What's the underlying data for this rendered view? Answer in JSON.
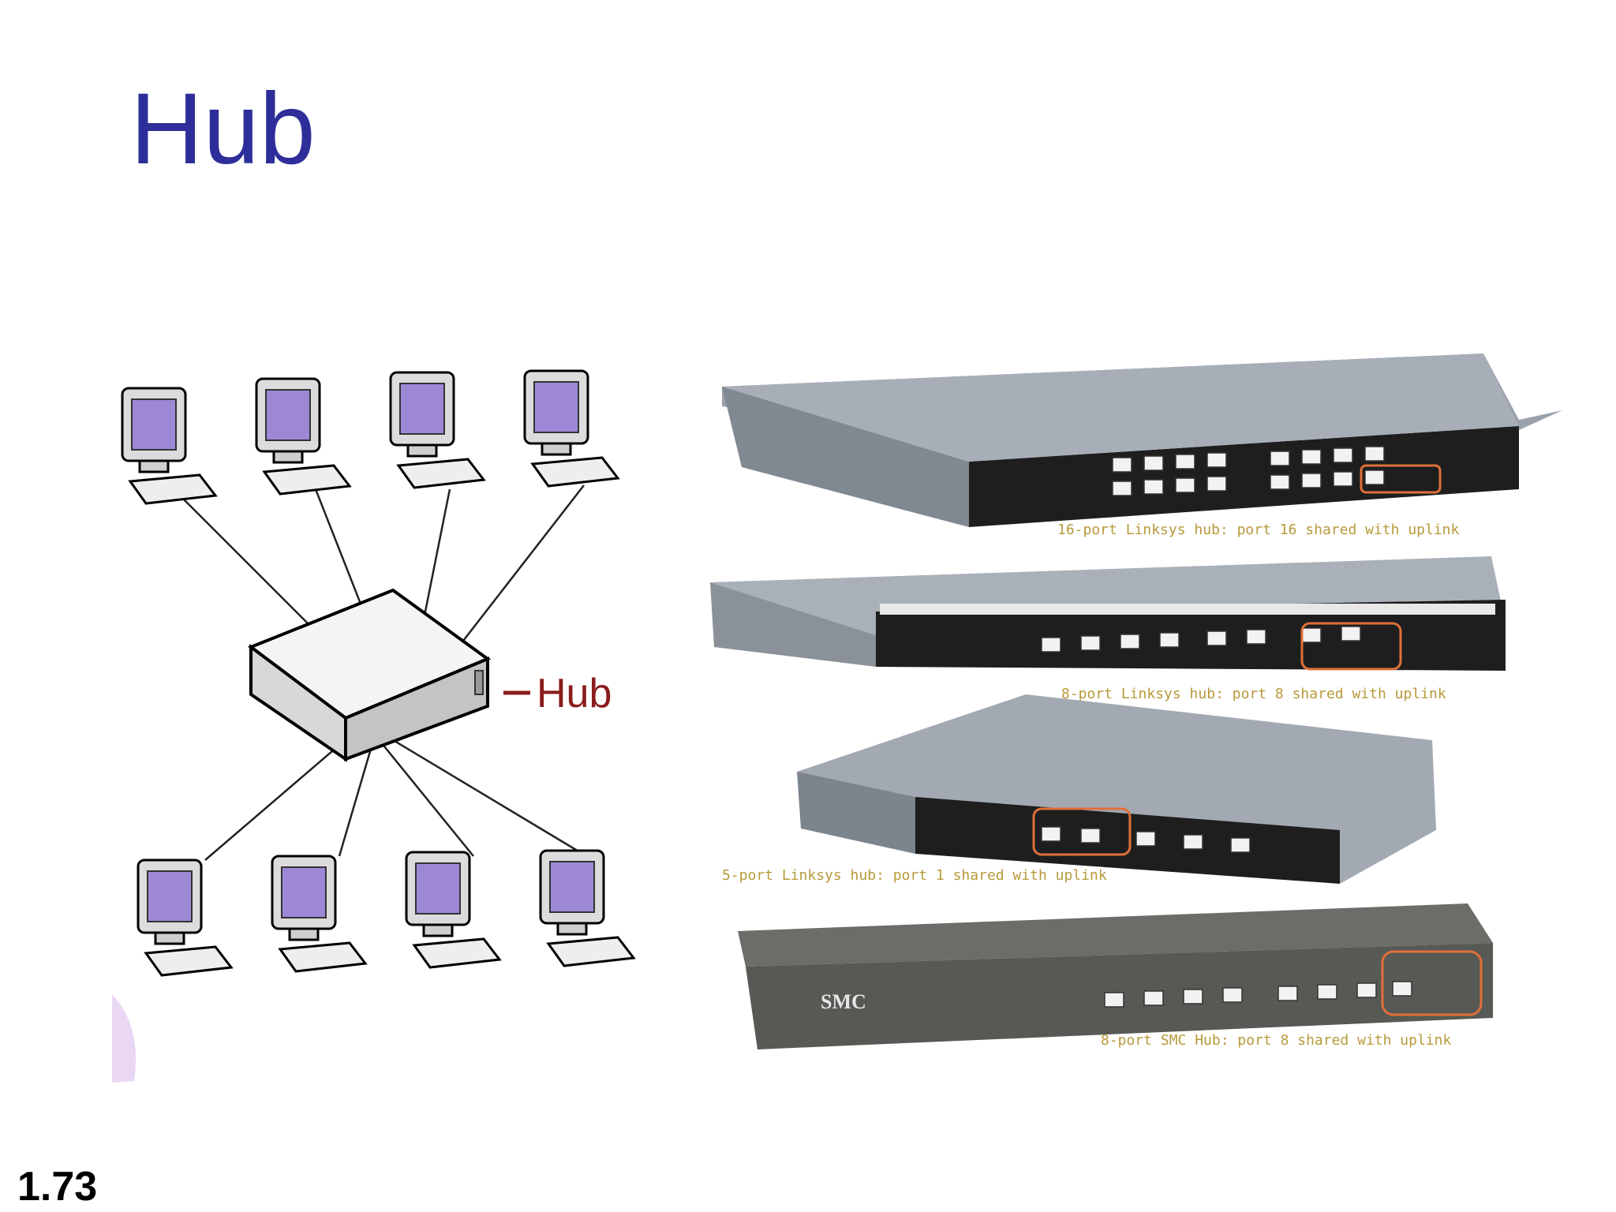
{
  "slide": {
    "title": "Hub",
    "number": "1.73"
  },
  "diagram": {
    "hub_label": "Hub"
  },
  "photos": [
    {
      "caption": "16-port Linksys hub: port 16 shared with uplink",
      "port_count": 16
    },
    {
      "caption": "8-port Linksys hub: port 8 shared with uplink",
      "port_count": 8
    },
    {
      "caption": "5-port Linksys hub: port 1 shared with uplink",
      "port_count": 5
    },
    {
      "caption": "8-port SMC Hub: port 8 shared with uplink",
      "port_count": 8,
      "logo": "SMC"
    }
  ],
  "colors": {
    "title": "#2e2e9a",
    "hub_label": "#8a1c1c",
    "caption": "#b89a3a",
    "uplink_highlight": "#e0703a",
    "screen": "#9d88d6"
  }
}
